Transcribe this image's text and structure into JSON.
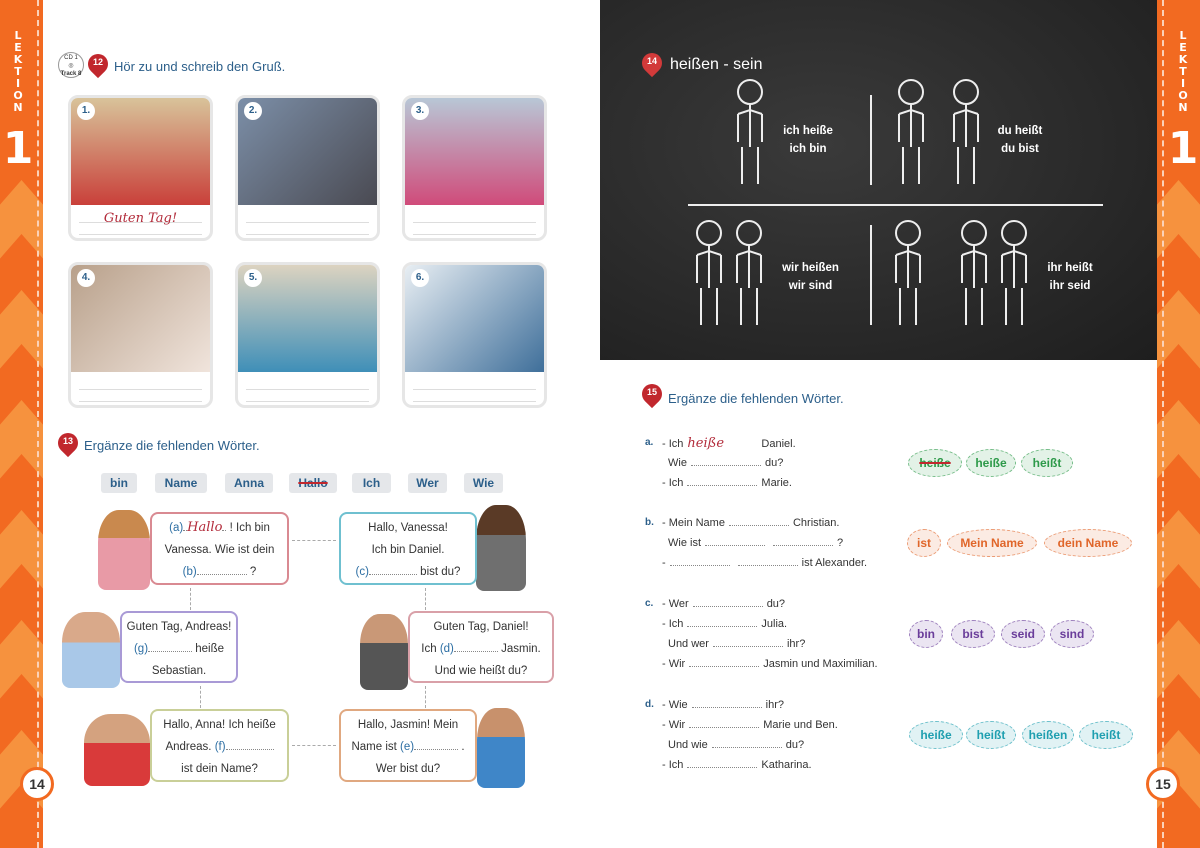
{
  "side": {
    "lesson_label": "LEKTION",
    "lesson_number": "1",
    "page_left": "14",
    "page_right": "15"
  },
  "ex12": {
    "number": "12",
    "cd": "CD 1",
    "track": "Track 8",
    "title": "Hör zu und schreib den Gruß.",
    "cards": [
      {
        "num": "1.",
        "answer": "Guten Tag!"
      },
      {
        "num": "2.",
        "answer": ""
      },
      {
        "num": "3.",
        "answer": ""
      },
      {
        "num": "4.",
        "answer": ""
      },
      {
        "num": "5.",
        "answer": ""
      },
      {
        "num": "6.",
        "answer": ""
      }
    ]
  },
  "ex13": {
    "number": "13",
    "title": "Ergänze die fehlenden Wörter.",
    "words": [
      "bin",
      "Name",
      "Anna",
      "Hallo",
      "Ich",
      "Wer",
      "Wie"
    ],
    "bubbles": {
      "a": {
        "l1_label": "(a)",
        "l1_answer": "Hallo",
        "l1_rest": "! Ich bin",
        "l2": "Vanessa. Wie ist dein",
        "l3_label": "(b)",
        "l3_rest": "?"
      },
      "b": {
        "l1": "Hallo, Vanessa!",
        "l2": "Ich bin Daniel.",
        "l3_label": "(c)",
        "l3_rest": "bist du?"
      },
      "c": {
        "l1": "Guten Tag, Andreas!",
        "l2_label": "(g)",
        "l2_rest": "heiße",
        "l3": "Sebastian."
      },
      "d": {
        "l1": "Guten Tag, Daniel!",
        "l2_pre": "Ich",
        "l2_label": "(d)",
        "l2_rest": "Jasmin.",
        "l3": "Und wie heißt du?"
      },
      "e": {
        "l1": "Hallo, Anna! Ich heiße",
        "l2_pre": "Andreas.",
        "l2_label": "(f)",
        "l3": "ist dein Name?"
      },
      "f": {
        "l1": "Hallo, Jasmin! Mein",
        "l2_pre": "Name ist",
        "l2_label": "(e)",
        "l2_rest": ".",
        "l3": "Wer bist du?"
      }
    }
  },
  "ex14": {
    "number": "14",
    "title": "heißen - sein",
    "cells": [
      {
        "l1": "ich heiße",
        "l2": "ich bin"
      },
      {
        "l1": "du heißt",
        "l2": "du bist"
      },
      {
        "l1": "wir heißen",
        "l2": "wir sind"
      },
      {
        "l1": "ihr heißt",
        "l2": "ihr seid"
      }
    ]
  },
  "ex15": {
    "number": "15",
    "title": "Ergänze die fehlenden Wörter.",
    "groups": [
      {
        "letter": "a.",
        "lines": [
          {
            "pre": "- Ich",
            "answer": "heiße",
            "post": "Daniel."
          },
          {
            "pre": "Wie",
            "post": "du?"
          },
          {
            "pre": "- Ich",
            "post": "Marie."
          }
        ],
        "options": [
          "heiße",
          "heiße",
          "heißt"
        ],
        "color": "#2e9a4a"
      },
      {
        "letter": "b.",
        "lines": [
          {
            "pre": "- Mein Name",
            "post": "Christian."
          },
          {
            "pre": "Wie ist",
            "post": "?"
          },
          {
            "pre": "-",
            "post": "ist Alexander."
          }
        ],
        "options": [
          "ist",
          "Mein Name",
          "dein Name"
        ],
        "color": "#e0662a"
      },
      {
        "letter": "c.",
        "lines": [
          {
            "pre": "- Wer",
            "post": "du?"
          },
          {
            "pre": "- Ich",
            "post": "Julia."
          },
          {
            "pre": "Und wer",
            "post": "ihr?"
          },
          {
            "pre": "- Wir",
            "post": "Jasmin und Maximilian."
          }
        ],
        "options": [
          "bin",
          "bist",
          "seid",
          "sind"
        ],
        "color": "#6a3d9a"
      },
      {
        "letter": "d.",
        "lines": [
          {
            "pre": "- Wie",
            "post": "ihr?"
          },
          {
            "pre": "- Wir",
            "post": "Marie und Ben."
          },
          {
            "pre": "Und wie",
            "post": "du?"
          },
          {
            "pre": "- Ich",
            "post": "Katharina."
          }
        ],
        "options": [
          "heiße",
          "heißt",
          "heißen",
          "heißt"
        ],
        "color": "#1f9fb0"
      }
    ]
  }
}
